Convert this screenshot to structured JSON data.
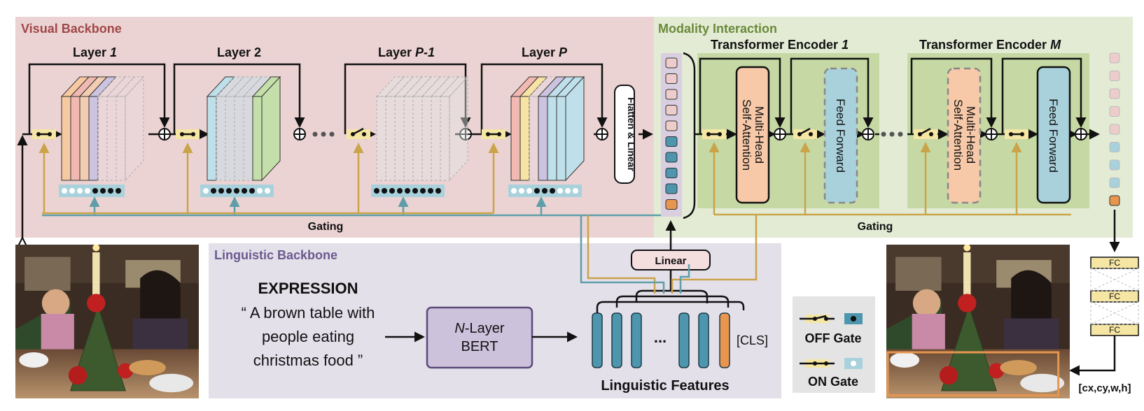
{
  "panels": {
    "visual_title": "Visual Backbone",
    "interaction_title": "Modality Interaction",
    "linguistic_title": "Linguistic Backbone"
  },
  "visual": {
    "layers": [
      {
        "prefix": "Layer ",
        "suffix": "1"
      },
      {
        "prefix": "Layer 2",
        "suffix": ""
      },
      {
        "prefix": "Layer ",
        "suffix": "P-1"
      },
      {
        "prefix": "Layer ",
        "suffix": "P"
      }
    ],
    "flatten_label": "Flatten & Linear",
    "gating_label": "Gating"
  },
  "interaction": {
    "encoders": [
      {
        "prefix": "Transformer Encoder ",
        "suffix": "1"
      },
      {
        "prefix": "Transformer Encoder ",
        "suffix": "M"
      }
    ],
    "mhsa_line1": "Multi-Head",
    "mhsa_line2": "Self-Attention",
    "ff_label": "Feed Forward",
    "gating_label": "Gating"
  },
  "linguistic": {
    "expression_title": "EXPRESSION",
    "expression_lines": [
      "“ A brown table with",
      "people eating",
      "christmas food ”"
    ],
    "bert_line1_italic": "N",
    "bert_line1_rest": "-Layer",
    "bert_line2": "BERT",
    "linear_label": "Linear",
    "cls_label": "[CLS]",
    "features_label": "Linguistic Features",
    "dots": "..."
  },
  "legend": {
    "off_label": "OFF Gate",
    "on_label": "ON Gate"
  },
  "head": {
    "fc_label": "FC",
    "output_label": "[cx,cy,w,h]"
  },
  "colors": {
    "visual_bg": "#ecd3d3",
    "interaction_bg": "#e3ebd5",
    "linguistic_bg": "#e4e0ea",
    "legend_bg": "#e4e4e4",
    "gate_yellow": "#f5e6a3",
    "gold_line": "#c9a44a",
    "teal_line": "#5f9ea8",
    "mhsa_fill": "#f7c9a8",
    "ff_fill": "#a9d1dc",
    "bert_fill": "#cdc2dc",
    "token_blue": "#4d96ad",
    "token_orange": "#e8964f",
    "token_pink": "#eccdcb"
  }
}
